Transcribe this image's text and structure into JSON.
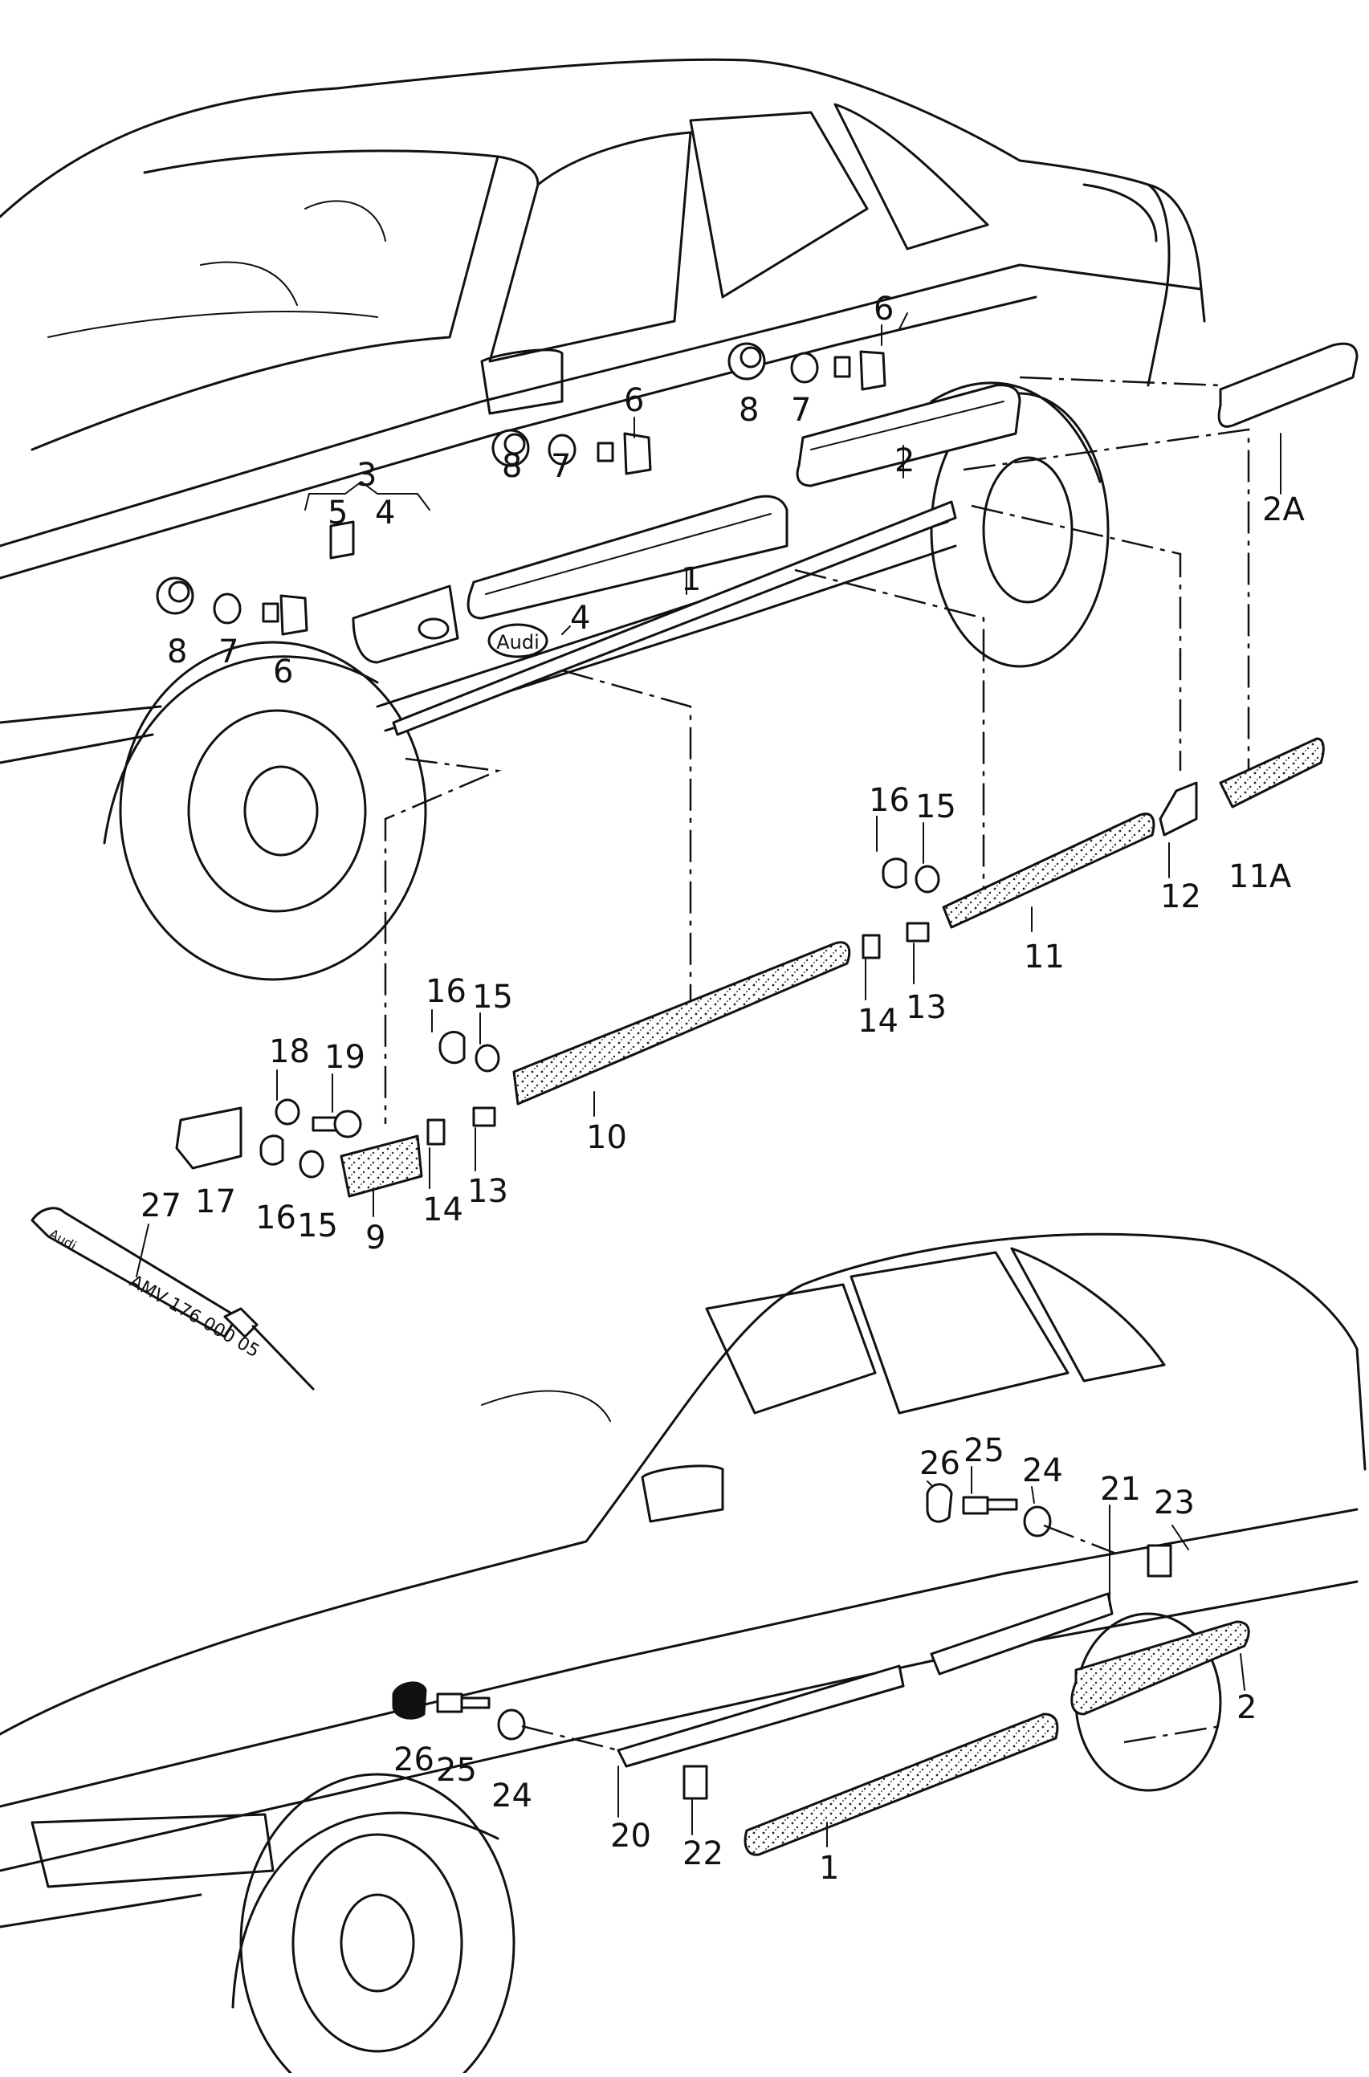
{
  "callouts_top": [
    {
      "id": "c-6a",
      "text": "6"
    },
    {
      "id": "c-8a",
      "text": "8"
    },
    {
      "id": "c-7a",
      "text": "7"
    },
    {
      "id": "c-6b",
      "text": "6"
    },
    {
      "id": "c-8b",
      "text": "8"
    },
    {
      "id": "c-7b",
      "text": "7"
    },
    {
      "id": "c-2",
      "text": "2"
    },
    {
      "id": "c-2A",
      "text": "2A"
    },
    {
      "id": "c-3",
      "text": "3"
    },
    {
      "id": "c-5",
      "text": "5"
    },
    {
      "id": "c-4a",
      "text": "4"
    },
    {
      "id": "c-1",
      "text": "1"
    },
    {
      "id": "c-4b",
      "text": "4"
    },
    {
      "id": "c-8c",
      "text": "8"
    },
    {
      "id": "c-7c",
      "text": "7"
    },
    {
      "id": "c-6c",
      "text": "6"
    },
    {
      "id": "c-16a",
      "text": "16"
    },
    {
      "id": "c-15a",
      "text": "15"
    },
    {
      "id": "c-12",
      "text": "12"
    },
    {
      "id": "c-11A",
      "text": "11A"
    },
    {
      "id": "c-11",
      "text": "11"
    },
    {
      "id": "c-14a",
      "text": "14"
    },
    {
      "id": "c-13a",
      "text": "13"
    },
    {
      "id": "c-16b",
      "text": "16"
    },
    {
      "id": "c-15b",
      "text": "15"
    },
    {
      "id": "c-18",
      "text": "18"
    },
    {
      "id": "c-19",
      "text": "19"
    },
    {
      "id": "c-10",
      "text": "10"
    },
    {
      "id": "c-17",
      "text": "17"
    },
    {
      "id": "c-16c",
      "text": "16"
    },
    {
      "id": "c-15c",
      "text": "15"
    },
    {
      "id": "c-9",
      "text": "9"
    },
    {
      "id": "c-14b",
      "text": "14"
    },
    {
      "id": "c-13b",
      "text": "13"
    },
    {
      "id": "c-27",
      "text": "27"
    }
  ],
  "callouts_bottom": [
    {
      "id": "c-26a",
      "text": "26"
    },
    {
      "id": "c-25a",
      "text": "25"
    },
    {
      "id": "c-24a",
      "text": "24"
    },
    {
      "id": "c-21",
      "text": "21"
    },
    {
      "id": "c-23",
      "text": "23"
    },
    {
      "id": "c-2b",
      "text": "2"
    },
    {
      "id": "c-26b",
      "text": "26"
    },
    {
      "id": "c-25b",
      "text": "25"
    },
    {
      "id": "c-24b",
      "text": "24"
    },
    {
      "id": "c-20",
      "text": "20"
    },
    {
      "id": "c-22",
      "text": "22"
    },
    {
      "id": "c-1b",
      "text": "1"
    }
  ],
  "emblem_text": "Audi",
  "sealant_tube_text": "AMV 176 000 05",
  "sealant_cap_text": "Audi"
}
